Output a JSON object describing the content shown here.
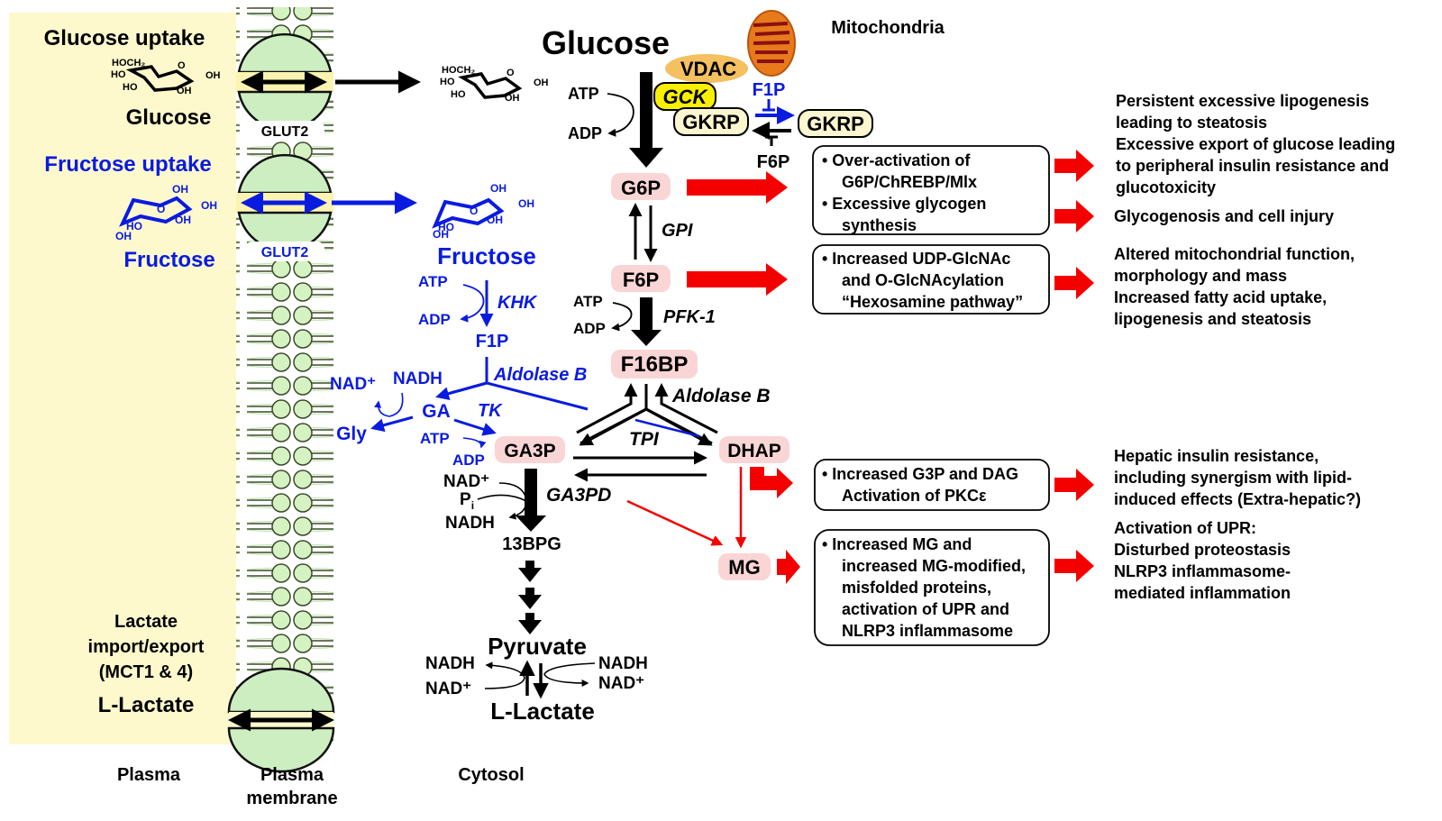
{
  "regions": {
    "plasma": "Plasma",
    "membrane_line1": "Plasma",
    "membrane_line2": "membrane",
    "cytosol": "Cytosol",
    "mitochondria": "Mitochondria"
  },
  "plasma_side": {
    "glucose_uptake": "Glucose uptake",
    "glucose": "Glucose",
    "fructose_uptake": "Fructose uptake",
    "fructose": "Fructose",
    "lactate_line1": "Lactate",
    "lactate_line2": "import/export",
    "lactate_line3": "(MCT1 & 4)",
    "l_lactate": "L-Lactate"
  },
  "transporters": {
    "glut2_glucose": "GLUT2",
    "glut2_fructose": "GLUT2"
  },
  "structures": {
    "glucose_labels": [
      "HOCH₂",
      "O",
      "HO",
      "OH",
      "HO",
      "OH"
    ],
    "fructose_labels": [
      "OH",
      "OH",
      "O",
      "OH",
      "HO",
      "OH"
    ]
  },
  "glycolysis": {
    "glucose": "Glucose",
    "atp1": "ATP",
    "adp1": "ADP",
    "g6p": "G6P",
    "gpi": "GPI",
    "f6p": "F6P",
    "atp2": "ATP",
    "adp2": "ADP",
    "pfk1": "PFK-1",
    "f16bp": "F16BP",
    "aldolase_b": "Aldolase  B",
    "tpi": "TPI",
    "ga3p": "GA3P",
    "dhap": "DHAP",
    "nad_plus": "NAD⁺",
    "pi": "P",
    "pi_sub": "i",
    "nadh": "NADH",
    "ga3pd": "GA3PD",
    "bpg13": "13BPG",
    "pyruvate": "Pyruvate",
    "l_lactate": "L-Lactate",
    "left_nadh": "NADH",
    "left_nad": "NAD⁺",
    "right_nadh": "NADH",
    "right_nad": "NAD⁺",
    "mg": "MG"
  },
  "fructolysis": {
    "fructose": "Fructose",
    "atp": "ATP",
    "adp": "ADP",
    "khk": "KHK",
    "f1p": "F1P",
    "aldolase_b": "Aldolase  B",
    "nad_plus": "NAD⁺",
    "nadh": "NADH",
    "ga": "GA",
    "tk": "TK",
    "gly": "Gly",
    "atp2": "ATP",
    "adp2": "ADP"
  },
  "gck_regulation": {
    "vdac": "VDAC",
    "gck": "GCK",
    "gkrp_bound": "GKRP",
    "gkrp_free": "GKRP",
    "f1p": "F1P",
    "f6p": "F6P"
  },
  "mechanism_boxes": [
    {
      "lines": [
        "• Over-activation of",
        "G6P/ChREBP/Mlx",
        "• Excessive glycogen",
        "synthesis"
      ]
    },
    {
      "lines": [
        "• Increased UDP-GlcNAc",
        "and O-GlcNAcylation",
        "“Hexosamine pathway”"
      ]
    },
    {
      "lines": [
        "• Increased G3P and DAG",
        "Activation of PKCε"
      ]
    },
    {
      "lines": [
        "• Increased MG and",
        "increased MG-modified,",
        "misfolded proteins,",
        "activation of UPR and",
        "NLRP3 inflammasome"
      ]
    }
  ],
  "outcomes": [
    {
      "lines": [
        "Persistent excessive lipogenesis",
        "leading to steatosis",
        "Excessive export of glucose leading",
        "to peripheral insulin resistance and",
        "glucotoxicity"
      ]
    },
    {
      "lines": [
        "Glycogenosis and cell injury"
      ]
    },
    {
      "lines": [
        "Altered mitochondrial function,",
        "morphology and mass",
        "Increased fatty acid uptake,",
        "lipogenesis and steatosis"
      ]
    },
    {
      "lines": [
        "Hepatic insulin resistance,",
        "including synergism with lipid-",
        "induced effects (Extra-hepatic?)"
      ]
    },
    {
      "lines": [
        "Activation of UPR:",
        "Disturbed proteostasis",
        "NLRP3 inflammasome-",
        "mediated inflammation"
      ]
    }
  ],
  "colors": {
    "plasma_bg": "#fdf9cc",
    "membrane_head": "#d5f2c2",
    "transporter": "#cdeec0",
    "metabolite_bg": "#f9d5d5",
    "fructose_blue": "#0a1be0",
    "effect_red": "#f40000",
    "gck_yellow": "#f8f000",
    "gkrp_cream": "#fbf6cf",
    "vdac_orange": "#f4c060",
    "mito_orange": "#e87a1c",
    "mito_cristae": "#8a1010"
  }
}
